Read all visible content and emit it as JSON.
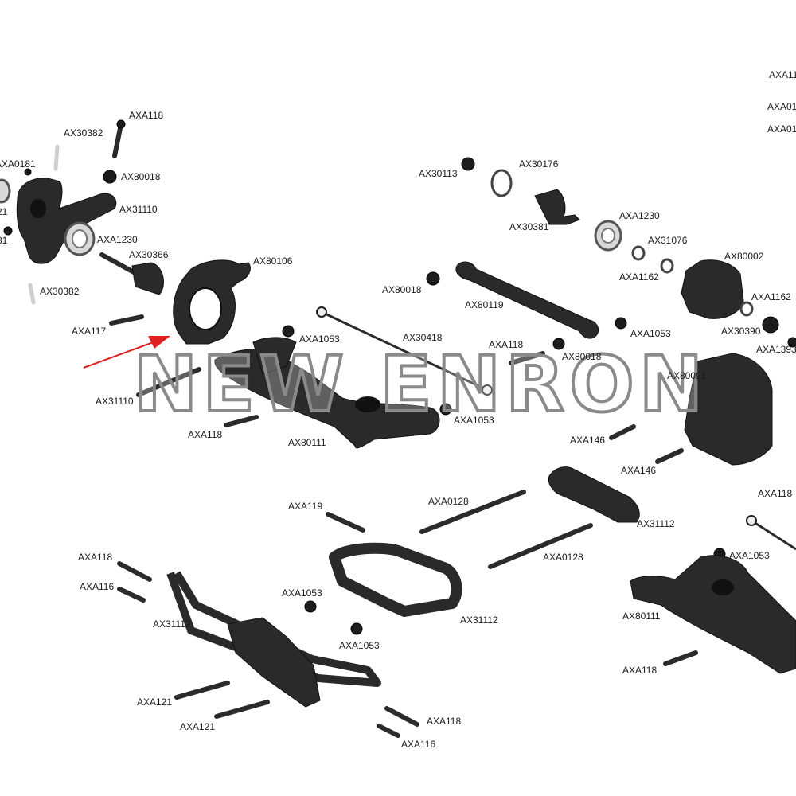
{
  "watermark": "NEW ENRON",
  "colors": {
    "part": "#2a2a2a",
    "arrow": "#e02020",
    "label": "#1a1a1a",
    "watermark_stroke": "#8a8a8a"
  },
  "labels": {
    "axa118_a": "AXA118",
    "ax30382_a": "AX30382",
    "axa0181_l": "AXA0181",
    "ax80018_a": "AX80018",
    "ax31110_a": "AX31110",
    "axa1230_a": "AXA1230",
    "ax30366": "AX30366",
    "ax30382_b": "AX30382",
    "axa117": "AXA117",
    "ax80106": "AX80106",
    "ax31110_b": "AX31110",
    "axa118_b": "AXA118",
    "ax80111_a": "AX80111",
    "axa1053_a": "AXA1053",
    "ax30418": "AX30418",
    "axa118_c": "AXA118",
    "ax80018_c": "AX80018",
    "axa1053_b": "AXA1053",
    "ax30113": "AX30113",
    "ax30176": "AX30176",
    "ax30381": "AX30381",
    "axa1230_b": "AXA1230",
    "ax31076": "AX31076",
    "axa1162_a": "AXA1162",
    "ax80018_b": "AX80018",
    "ax80119": "AX80119",
    "axa1053_c": "AXA1053",
    "ax80002": "AX80002",
    "axa1162_b": "AXA1162",
    "ax30390": "AX30390",
    "axa1393": "AXA1393",
    "ax80091": "AX80091",
    "axa146_a": "AXA146",
    "axa146_b": "AXA146",
    "axa11_tr": "AXA11",
    "axa01_tr1": "AXA01",
    "axa01_tr2": "AXA01",
    "axa119": "AXA119",
    "axa0128_a": "AXA0128",
    "ax31112_a": "AX31112",
    "axa0128_b": "AXA0128",
    "axa118_d": "AXA118",
    "axa1053_d": "AXA1053",
    "axa118_e": "AXA118",
    "axa116_a": "AXA116",
    "ax31112_b": "AX31112",
    "axa1053_e": "AXA1053",
    "axa1053_f": "AXA1053",
    "ax31112_c": "AX31112",
    "ax80111_b": "AX80111",
    "axa118_f": "AXA118",
    "axa121_a": "AXA121",
    "axa121_b": "AXA121",
    "axa118_g": "AXA118",
    "axa116_b": "AXA116",
    "axa0181_l2": "21",
    "axa0181_l3": "81"
  }
}
